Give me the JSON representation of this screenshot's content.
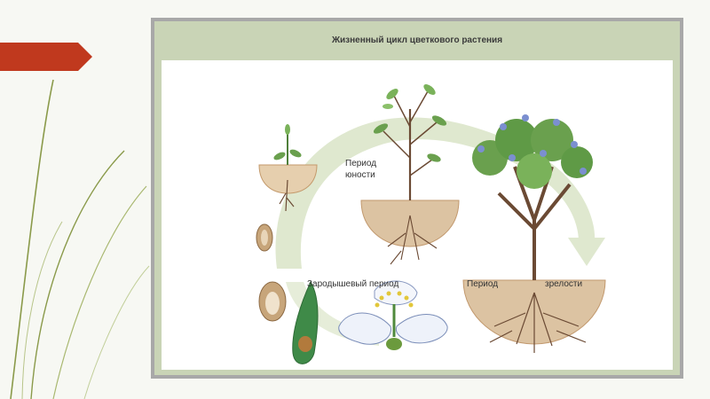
{
  "title": "Жизненный цикл цветкового растения",
  "labels": {
    "youth": "Период юности",
    "embryo": "Зародышевый период",
    "maturity_part1": "Период",
    "maturity_part2": "зрелости"
  },
  "colors": {
    "frame": "#c9d4b6",
    "cycle_arrow": "#dfe8cf",
    "accent_arrow": "#c0391e",
    "leaf": "#6aa04e",
    "flower": "#7b8fd0",
    "soil": "#d7b89a",
    "root": "#6b4a34"
  },
  "icons": [
    "seed-icon",
    "seedling-icon",
    "young-plant-icon",
    "tree-icon",
    "flower-icon",
    "pistil-icon"
  ]
}
